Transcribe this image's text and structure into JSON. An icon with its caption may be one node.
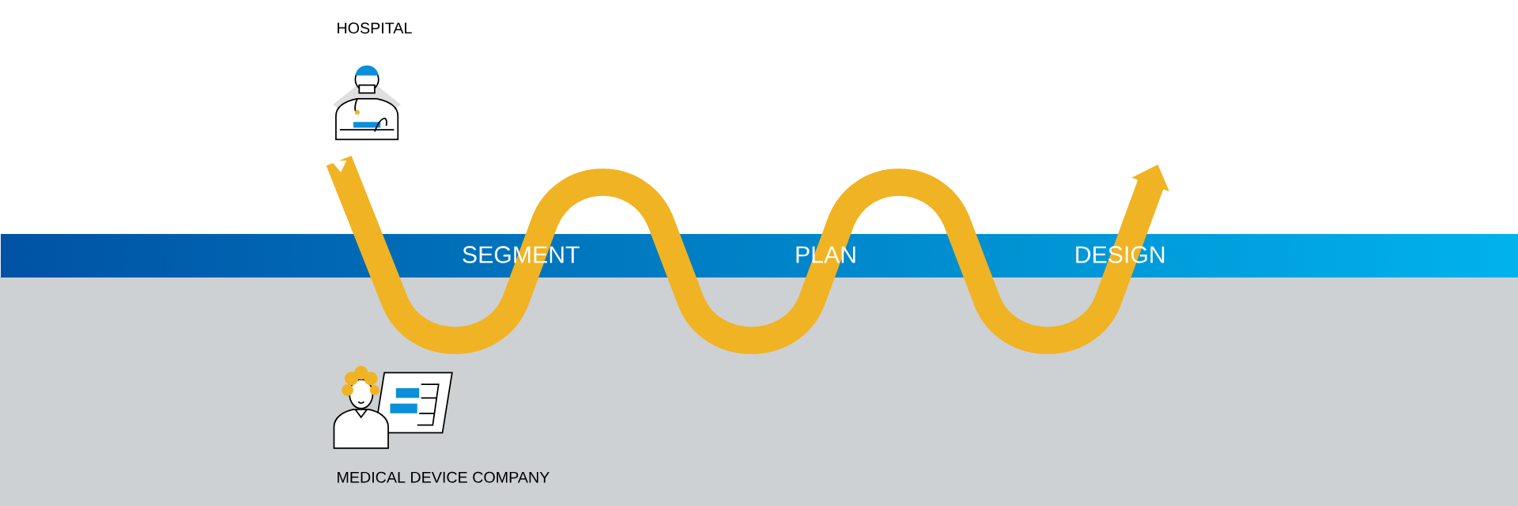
{
  "diagram": {
    "nodes": [
      {
        "text": [
          "SEGMENT",
          "PLAN",
          "DESIGN"
        ]
      }
    ],
    "labels": [
      "HOSPITAL",
      "MEDICAL DEVICE COMPANY"
    ]
  }
}
